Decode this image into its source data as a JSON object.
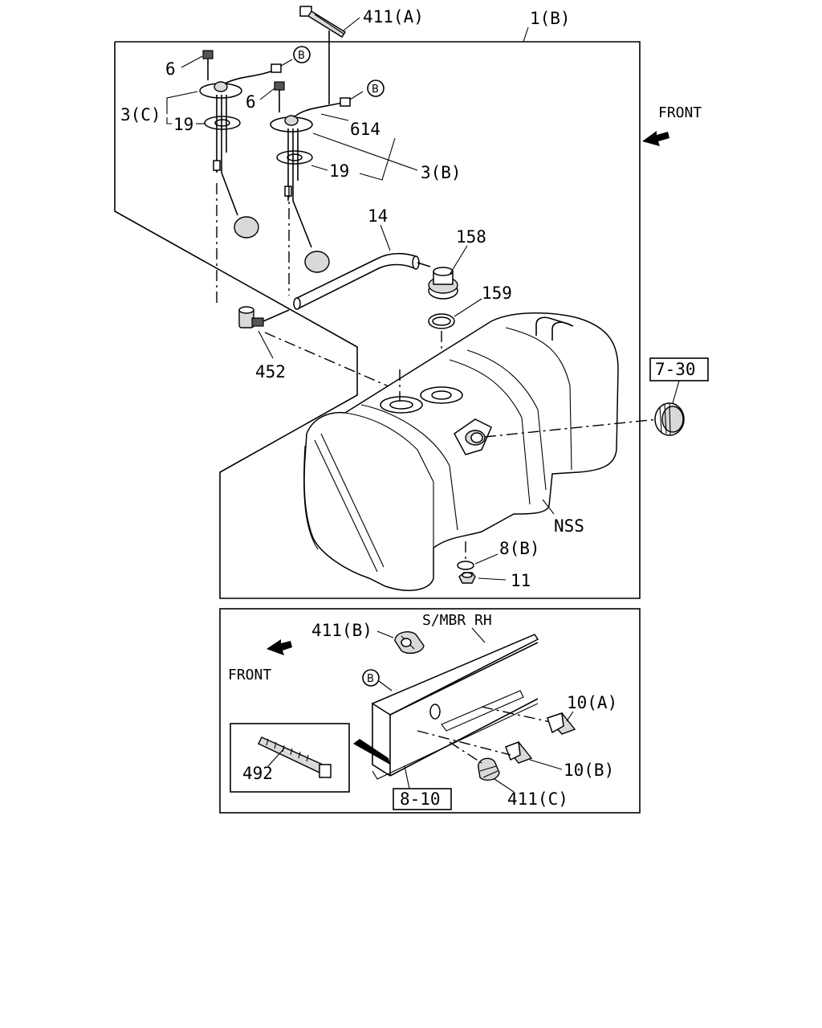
{
  "callouts": {
    "group_1b": "1(B)",
    "tie_411a": "411(A)",
    "bolt_6_left": "6",
    "bolt_6_right": "6",
    "unit_3c": "3(C)",
    "packing_19_left": "19",
    "wire_614": "614",
    "unit_3b": "3(B)",
    "packing_19_right": "19",
    "hose_14": "14",
    "cap_158": "158",
    "ring_159": "159",
    "elbow_452": "452",
    "ref_7_30": "7-30",
    "tank_nss": "NSS",
    "washer_8b": "8(B)",
    "nut_11": "11",
    "frame_smbr_rh": "S/MBR RH",
    "clip_411b": "411(B)",
    "front_lower": "FRONT",
    "front_upper": "FRONT",
    "bracket_10a": "10(A)",
    "bracket_10b": "10(B)",
    "band_492": "492",
    "ref_8_10": "8-10",
    "clip_411c": "411(C)"
  },
  "connector_markers": {
    "b1": "B",
    "b2": "B",
    "b3": "B"
  }
}
